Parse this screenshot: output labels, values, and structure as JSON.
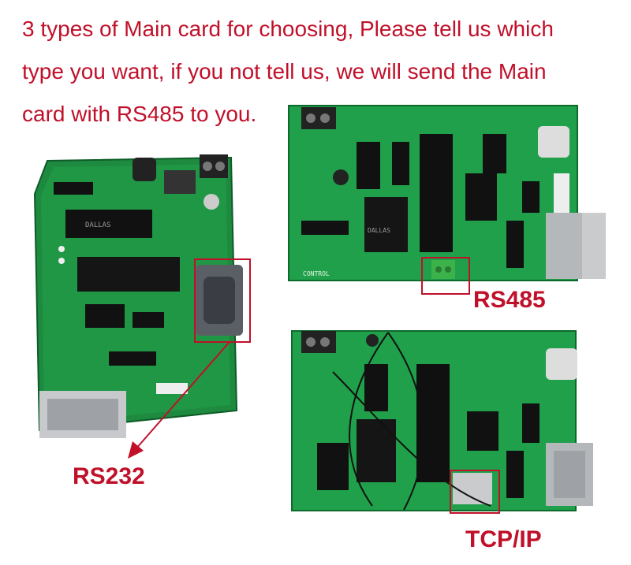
{
  "header": {
    "line1": "3 types of Main card for choosing, Please tell us which",
    "line2": "type you want, if you not tell us, we will send the Main",
    "line3": "card with RS485 to you."
  },
  "labels": {
    "rs232": "RS232",
    "rs485": "RS485",
    "tcpip": "TCP/IP"
  },
  "board_silkscreen": {
    "control": "CONTROL",
    "dallas": "DALLAS"
  },
  "colors": {
    "accent": "#c0102a",
    "pcb_green": "#1f9a45",
    "pcb_dark": "#0f6a2a",
    "connector_green": "#3cb34a"
  }
}
